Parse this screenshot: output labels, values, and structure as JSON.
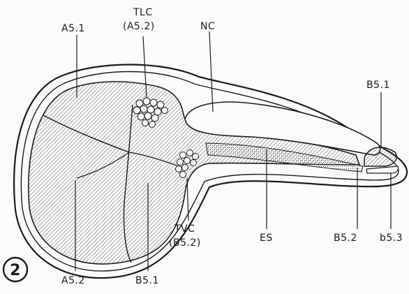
{
  "figure": {
    "panel_number": "2",
    "labels": {
      "a5_1_top": "A5.1",
      "tlc": "TLC",
      "tlc_sub": "(A5.2)",
      "nc": "NC",
      "b5_1_right": "B5.1",
      "tvc": "TVC",
      "tvc_sub": "(B5.2)",
      "es": "ES",
      "b5_2_right": "B5.2",
      "b5_3": "b5.3",
      "a5_2_bottom": "A5.2",
      "b5_1_bottom": "B5.1"
    },
    "colors": {
      "line": "#1a1a1a",
      "background": "#fbfbf9",
      "hatch": "#444444"
    }
  }
}
